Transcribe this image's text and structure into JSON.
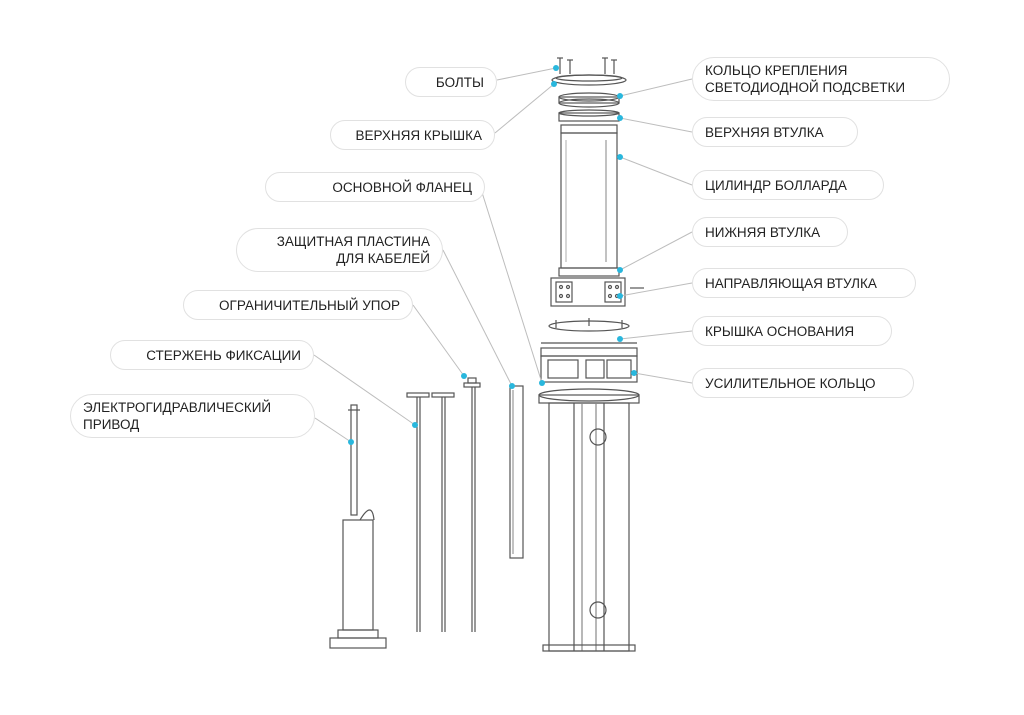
{
  "colors": {
    "accent": "#29b7dd",
    "line": "#bfbfbf",
    "part": "#555555",
    "label_border": "#e1e1e1"
  },
  "labels": {
    "bolts": "БОЛТЫ",
    "top_cover": "ВЕРХНЯЯ КРЫШКА",
    "main_flange": "ОСНОВНОЙ ФЛАНЕЦ",
    "cable_plate": [
      "ЗАЩИТНАЯ ПЛАСТИНА",
      "ДЛЯ КАБЕЛЕЙ"
    ],
    "limit_stop": "ОГРАНИЧИТЕЛЬНЫЙ УПОР",
    "lock_rod": "СТЕРЖЕНЬ ФИКСАЦИИ",
    "drive": [
      "ЭЛЕКТРОГИДРАВЛИЧЕСКИЙ",
      "ПРИВОД"
    ],
    "led_ring": [
      "КОЛЬЦО КРЕПЛЕНИЯ",
      "СВЕТОДИОДНОЙ ПОДСВЕТКИ"
    ],
    "upper_bushing": "ВЕРХНЯЯ ВТУЛКА",
    "bollard_cylinder": "ЦИЛИНДР БОЛЛАРДА",
    "lower_bushing": "НИЖНЯЯ ВТУЛКА",
    "guide_bushing": "НАПРАВЛЯЮЩАЯ ВТУЛКА",
    "base_cover": "КРЫШКА ОСНОВАНИЯ",
    "reinforcing_ring": "УСИЛИТЕЛЬНОЕ КОЛЬЦО"
  }
}
